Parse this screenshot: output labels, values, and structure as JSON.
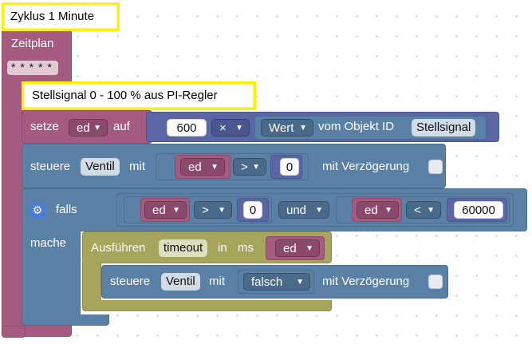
{
  "comments": {
    "cycle": "Zyklus 1 Minute",
    "signal": "Stellsignal 0 - 100 % aus PI-Regler"
  },
  "schedule": {
    "label": "Zeitplan",
    "cron": "* * * * *"
  },
  "set_block": {
    "keyword": "setze",
    "variable": "ed",
    "on": "auf",
    "number": "600",
    "operator": "×",
    "value_dropdown": "Wert",
    "from_object": "vom Objekt ID",
    "object_id": "Stellsignal"
  },
  "control1": {
    "keyword": "steuere",
    "target": "Ventil",
    "with": "mit",
    "variable": "ed",
    "operator": ">",
    "number": "0",
    "delay": "mit Verzögerung"
  },
  "if_block": {
    "keyword": "falls",
    "do": "mache",
    "left_var": "ed",
    "left_op": ">",
    "left_num": "0",
    "logic": "und",
    "right_var": "ed",
    "right_op": "<",
    "right_num": "60000"
  },
  "timeout_block": {
    "keyword": "Ausführen",
    "name": "timeout",
    "in": "in",
    "unit": "ms",
    "variable": "ed"
  },
  "control2": {
    "keyword": "steuere",
    "target": "Ventil",
    "with": "mit",
    "value": "falsch",
    "delay": "mit Verzögerung"
  },
  "colors": {
    "schedule": "#a55b80",
    "control": "#5b80a5",
    "math": "#5b67a5",
    "timeout": "#a5a55b",
    "comment": "#fff200"
  }
}
